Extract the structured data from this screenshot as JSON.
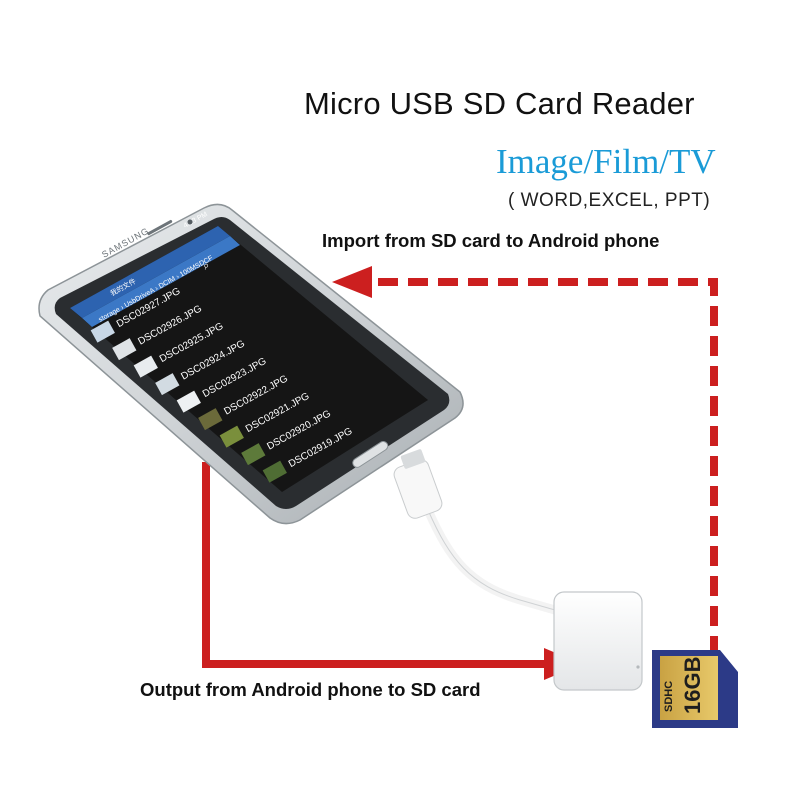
{
  "title": "Micro USB SD Card Reader",
  "subtitle": "Image/Film/TV",
  "formats": "( WORD,EXCEL, PPT)",
  "import_label": "Import from SD card to Android phone",
  "output_label": "Output from Android phone to SD card",
  "colors": {
    "arrow": "#cc1f1f",
    "subtitle": "#1a9bd7",
    "screen_bg": "#151515",
    "title_bar": "#2d63b0"
  },
  "phone": {
    "brand": "SAMSUNG",
    "status_time": "4:13 PM",
    "folder_title": "我的文件",
    "breadcrumb": [
      "storage",
      "UsbDriveA",
      "DCIM",
      "100MSDCF"
    ],
    "files": [
      {
        "name": "DSC02927.JPG"
      },
      {
        "name": "DSC02926.JPG"
      },
      {
        "name": "DSC02925.JPG"
      },
      {
        "name": "DSC02924.JPG"
      },
      {
        "name": "DSC02923.JPG"
      },
      {
        "name": "DSC02922.JPG"
      },
      {
        "name": "DSC02921.JPG"
      },
      {
        "name": "DSC02920.JPG"
      },
      {
        "name": "DSC02919.JPG"
      }
    ]
  },
  "sd_card": {
    "logo": "SDHC",
    "capacity": "16GB"
  }
}
